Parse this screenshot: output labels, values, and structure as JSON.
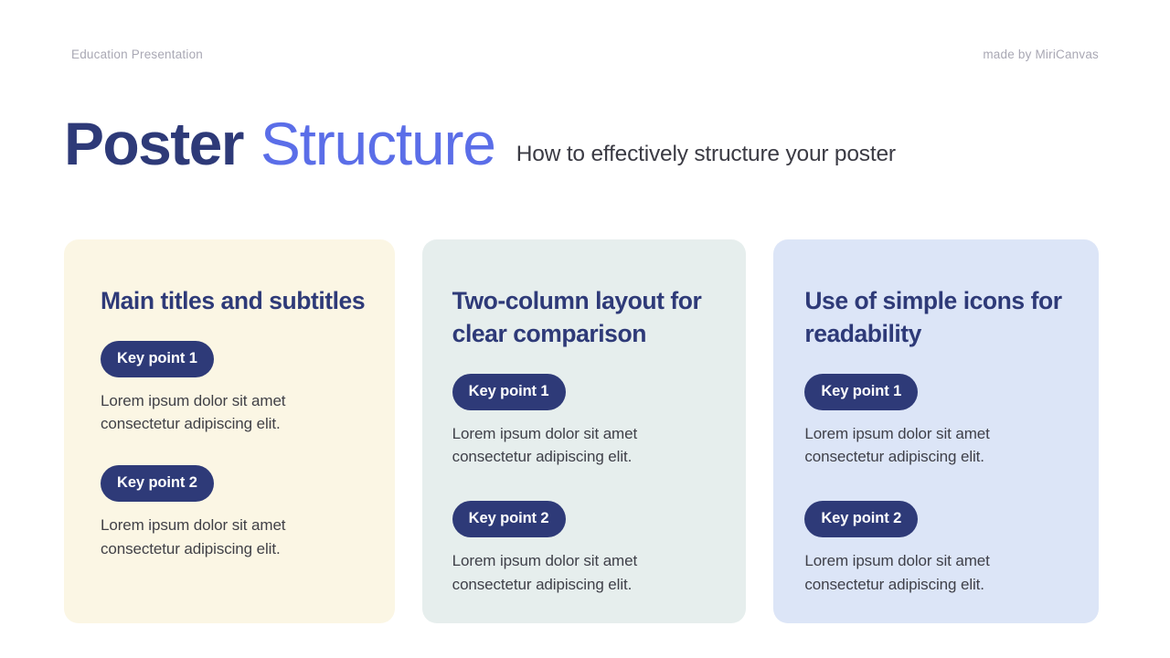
{
  "header": {
    "category_label": "Education Presentation",
    "attribution": "made by MiriCanvas"
  },
  "title": {
    "main": "Poster",
    "accent": "Structure",
    "subtitle": "How to effectively structure your poster"
  },
  "colors": {
    "navy": "#2e3a78",
    "accent_blue": "#5b6ee8",
    "card_1_bg": "#fbf6e4",
    "card_2_bg": "#e6eeed",
    "card_3_bg": "#dce5f7",
    "body_text": "#3f4049",
    "meta_text": "#a9a8b4"
  },
  "cards": [
    {
      "title": "Main titles and subtitles",
      "points": [
        {
          "pill": "Key point 1",
          "text": "Lorem ipsum dolor sit amet consectetur adipiscing elit."
        },
        {
          "pill": "Key point 2",
          "text": "Lorem ipsum dolor sit amet consectetur adipiscing elit."
        }
      ]
    },
    {
      "title": "Two-column layout for clear comparison",
      "points": [
        {
          "pill": "Key point 1",
          "text": "Lorem ipsum dolor sit amet consectetur adipiscing elit."
        },
        {
          "pill": "Key point 2",
          "text": "Lorem ipsum dolor sit amet consectetur adipiscing elit."
        }
      ]
    },
    {
      "title": "Use of simple icons for readability",
      "points": [
        {
          "pill": "Key point 1",
          "text": "Lorem ipsum dolor sit amet consectetur adipiscing elit."
        },
        {
          "pill": "Key point 2",
          "text": "Lorem ipsum dolor sit amet consectetur adipiscing elit."
        }
      ]
    }
  ]
}
